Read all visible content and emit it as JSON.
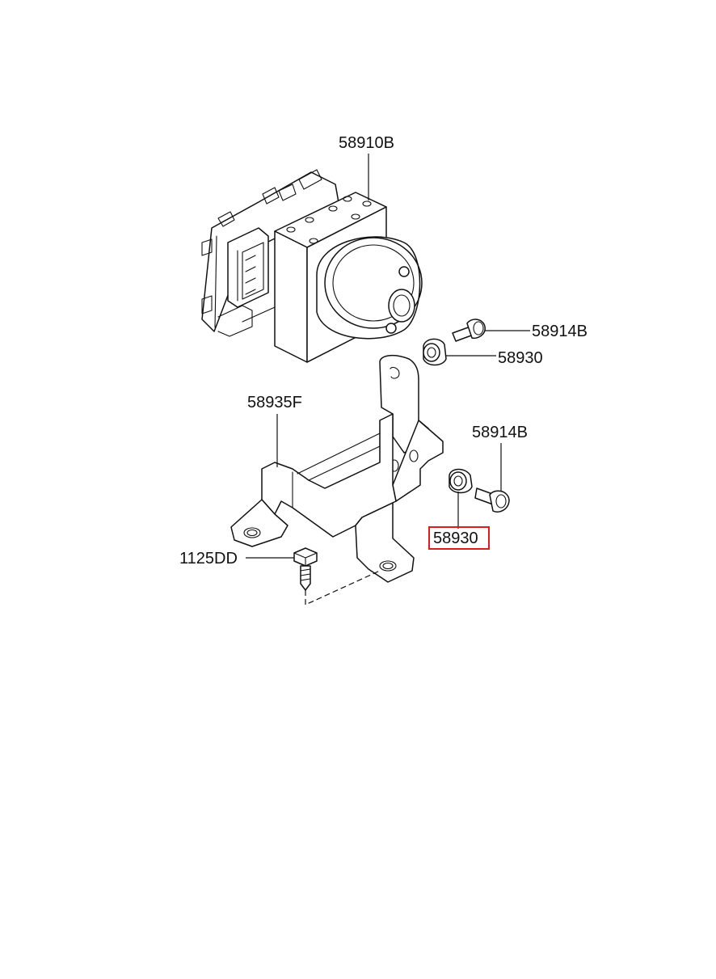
{
  "callouts": {
    "hecu": "58910B",
    "bolt_upper": "58914B",
    "bushing_upper": "58930",
    "bracket": "58935F",
    "bolt_lower": "58914B",
    "bushing_lower": "58930",
    "mount_bolt": "1125DD"
  },
  "highlighted_callout": "bushing_lower",
  "colors": {
    "line": "#111111",
    "highlight": "#e01b1b",
    "background": "#ffffff"
  }
}
